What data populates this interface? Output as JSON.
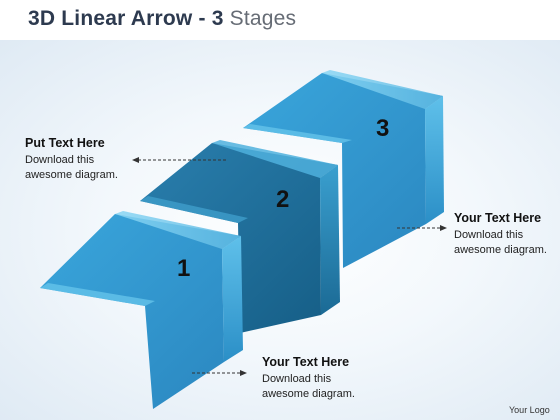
{
  "header": {
    "title_main": "3D Linear Arrow -",
    "title_number": "3",
    "title_suffix": "Stages"
  },
  "stages": [
    {
      "number": "1",
      "color": "#2e8fc9"
    },
    {
      "number": "2",
      "color": "#1d6f9b"
    },
    {
      "number": "3",
      "color": "#2e8fc9"
    }
  ],
  "callouts": [
    {
      "heading": "Put Text Here",
      "line1": "Download this",
      "line2": "awesome diagram."
    },
    {
      "heading": "Your Text Here",
      "line1": "Download this",
      "line2": "awesome diagram."
    },
    {
      "heading": "Your Text Here",
      "line1": "Download this",
      "line2": "awesome diagram."
    }
  ],
  "footer": {
    "logo_text": "Your Logo"
  }
}
